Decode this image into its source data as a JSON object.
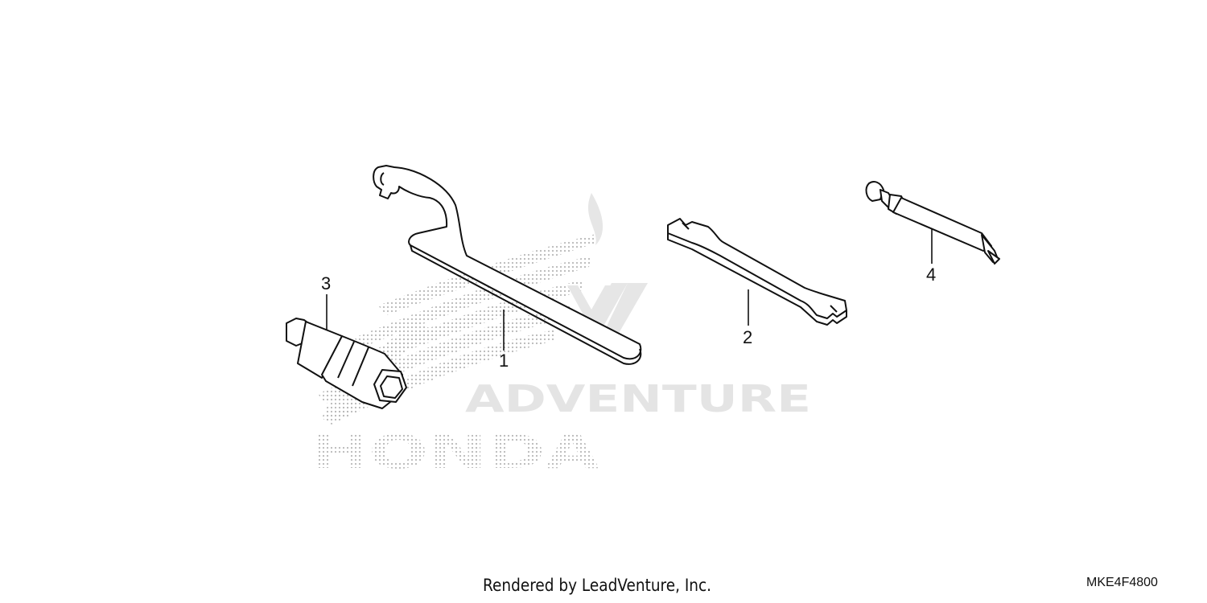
{
  "watermark": {
    "brand": "HONDA",
    "subbrand": "ADVENTURE"
  },
  "callouts": [
    {
      "id": "1",
      "label": "1"
    },
    {
      "id": "2",
      "label": "2"
    },
    {
      "id": "3",
      "label": "3"
    },
    {
      "id": "4",
      "label": "4"
    }
  ],
  "footer": {
    "credit": "Rendered by LeadVenture, Inc.",
    "diagram_code": "MKE4F4800"
  },
  "colors": {
    "line": "#111111",
    "watermark": "#cfcfcf",
    "dots": "#bdbdbd"
  }
}
